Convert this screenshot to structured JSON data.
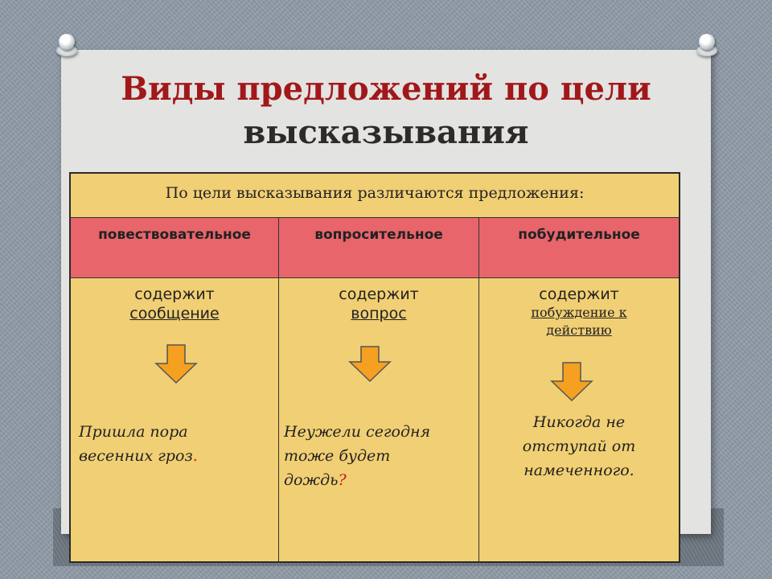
{
  "slide": {
    "title_line1": "Виды предложений по цели",
    "title_line2": "высказывания"
  },
  "table": {
    "intro": "По цели высказывания различаются предложения:",
    "columns": [
      {
        "header": "повествовательное",
        "contains": "содержит",
        "feature_lines": [
          "сообщение"
        ],
        "example_lines": [
          "Пришла пора",
          "весенних гроз"
        ],
        "example_end": "."
      },
      {
        "header": "вопросительное",
        "contains": "содержит",
        "feature_lines": [
          "вопрос"
        ],
        "example_lines": [
          "Неужели сегодня",
          "тоже будет",
          "дождь"
        ],
        "example_end": "?"
      },
      {
        "header": "побудительное",
        "contains": "содержит",
        "feature_lines": [
          "побуждение к",
          "действию"
        ],
        "example_lines": [
          "Никогда не",
          "отступай от",
          "намеченного."
        ],
        "example_end": ""
      }
    ]
  },
  "colors": {
    "title_red": "#a1181a",
    "cell_yellow": "#f1cf74",
    "header_red": "#e7656b",
    "arrow_orange": "#f5a020"
  },
  "icons": [
    "pushpin-icon",
    "down-arrow-icon"
  ]
}
